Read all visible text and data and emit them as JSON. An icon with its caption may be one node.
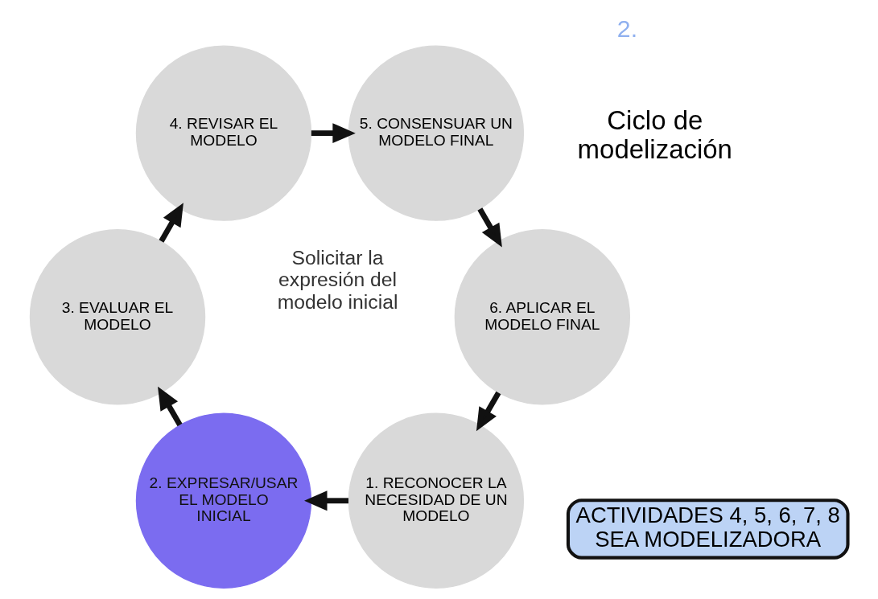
{
  "diagram": {
    "nodes": [
      {
        "text": [
          "ACTIVIDADES 4, 5, 6, 7, 8",
          "SEA MODELIZADORA"
        ]
      },
      {
        "text": [
          "1. RECONOCER LA NECESIDAD DE UN MODELO"
        ]
      },
      {
        "text": [
          "2. EXPRESAR/USAR EL MODELO INICIAL"
        ]
      },
      {
        "text": [
          "3. EVALUAR EL MODELO"
        ]
      },
      {
        "text": [
          "4. REVISAR EL MODELO"
        ]
      },
      {
        "text": [
          "5. CONSENSUAR UN MODELO FINAL"
        ]
      },
      {
        "text": [
          "6. APLICAR EL MODELO FINAL"
        ]
      }
    ],
    "edges": [
      {
        "from": 6,
        "to": 1,
        "arrow": "to"
      },
      {
        "from": 1,
        "to": 2,
        "arrow": "to"
      },
      {
        "from": 2,
        "to": 3,
        "arrow": "to"
      },
      {
        "from": 3,
        "to": 4,
        "arrow": "to"
      },
      {
        "from": 4,
        "to": 5,
        "arrow": "to"
      },
      {
        "from": 5,
        "to": 6,
        "arrow": "to"
      }
    ],
    "labels": [
      "Ciclo de modelización",
      "2.",
      "Solicitar la expresión del modelo inicial"
    ]
  }
}
